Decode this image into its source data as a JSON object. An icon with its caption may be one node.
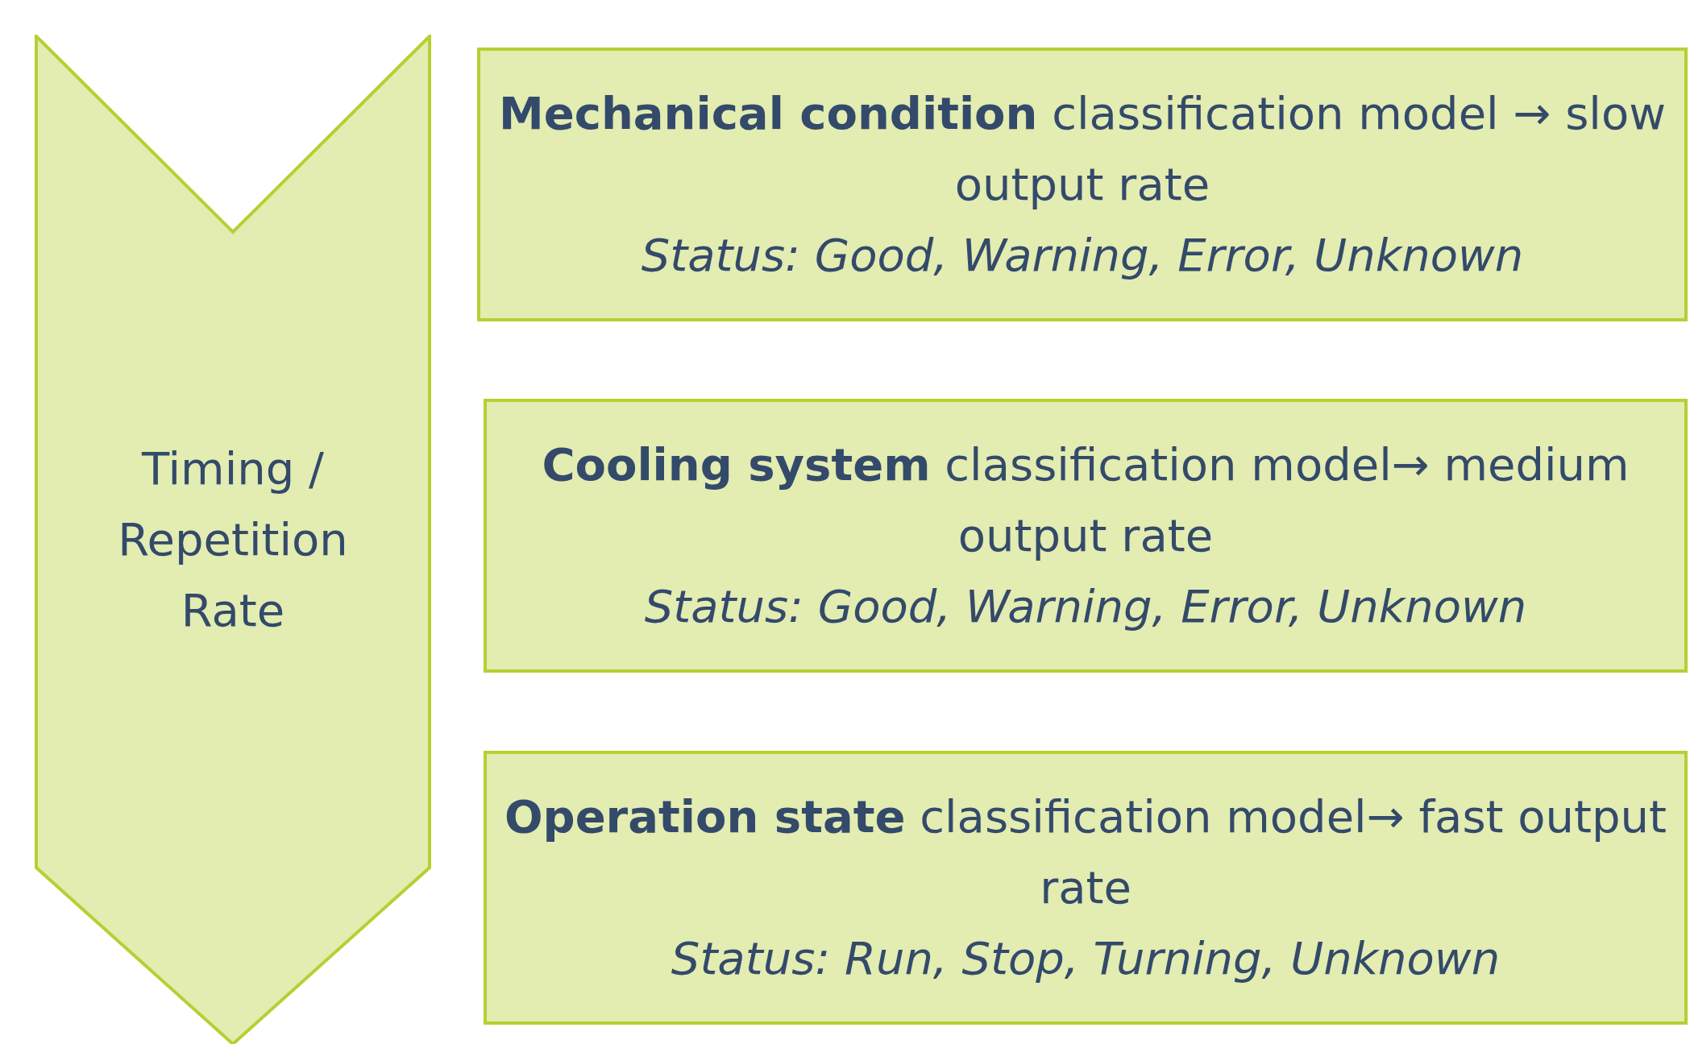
{
  "diagram": {
    "nodes": [
      {
        "text": [
          "Timing / Repetition Rate"
        ]
      },
      {
        "text": [
          "**Mechanical condition** classification model → slow output rate",
          "Status: Good, Warning, Error, Unknown"
        ]
      },
      {
        "text": [
          "**Cooling system** classification model→ medium output rate",
          "Status: Good, Warning, Error, Unknown"
        ]
      },
      {
        "text": [
          "**Operation state** classification model→ fast output rate",
          "Status: Run, Stop, Turning, Unknown"
        ]
      }
    ]
  }
}
